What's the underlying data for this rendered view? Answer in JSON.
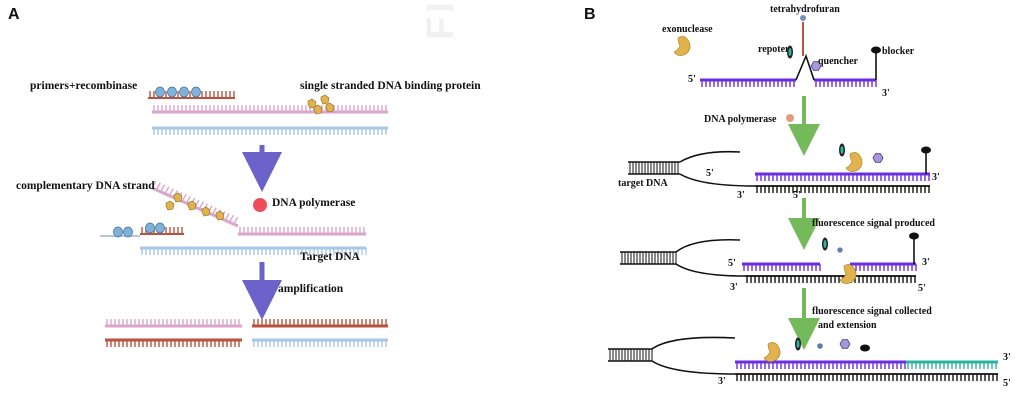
{
  "panel_a": {
    "letter": "A",
    "labels": {
      "primers": "primers+recombinase",
      "ssb": "single stranded DNA binding protein",
      "complementary": "complementary DNA strand",
      "polymerase": "DNA polymerase",
      "target": "Target DNA",
      "amplification": "amplification"
    }
  },
  "panel_b": {
    "letter": "B",
    "labels": {
      "exonuclease": "exonuclease",
      "thf": "tetrahydrofuran",
      "reporter": "repoter",
      "quencher": "quencher",
      "blocker": "blocker",
      "polymerase": "DNA polymerase",
      "target": "target DNA",
      "signal": "fluorescence signal produced",
      "collected": "fluorescence signal collected",
      "extension": "and extension"
    },
    "ends": {
      "five": "5'",
      "three": "3'"
    }
  },
  "watermark": {
    "text": "FIGDRAW"
  },
  "colors": {
    "pink": "#dba6cc",
    "blue": "#a9c7e4",
    "rust": "#b9523f",
    "purple": "#6a2ee0",
    "teal": "#2fb3a3",
    "dark": "#111111",
    "arrow_a": "#6b63c9",
    "arrow_b": "#74b95a",
    "protein": "#e1b24e",
    "polymerase": "#ee4d5d"
  }
}
